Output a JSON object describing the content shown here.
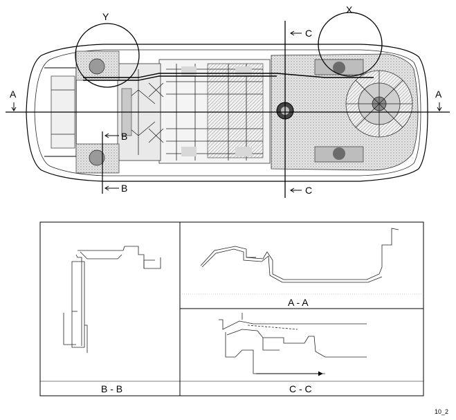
{
  "car_diagram": {
    "circle_y_label": "Y",
    "circle_x_label": "X",
    "section_a_left": "A",
    "section_a_right": "A",
    "section_b_top": "B",
    "section_b_bottom": "B",
    "section_c_top": "C",
    "section_c_bottom": "C"
  },
  "sections": {
    "aa_label": "A - A",
    "bb_label": "B - B",
    "cc_label": "C - C"
  },
  "figure_code": "10_2"
}
